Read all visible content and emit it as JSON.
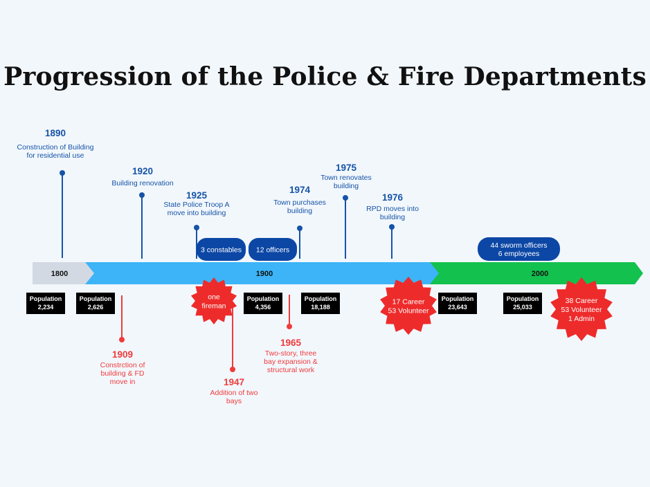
{
  "title": "Progression of the Police & Fire Departments",
  "colors": {
    "background": "#f2f7fc",
    "blue_text": "#1553a6",
    "red_text": "#ef3b3b",
    "era_1800": "#d3d9e3",
    "era_1900": "#3cb4f7",
    "era_2000": "#12c14e",
    "pill": "#0c47a5",
    "burst": "#ee2b2b",
    "population_box": "#000000"
  },
  "eras": [
    {
      "label": "1800"
    },
    {
      "label": "1900"
    },
    {
      "label": "2000"
    }
  ],
  "events_above": [
    {
      "year": "1890",
      "lines": [
        "Construction of Building",
        "for residential use"
      ]
    },
    {
      "year": "1920",
      "lines": [
        "Building renovation"
      ]
    },
    {
      "year": "1925",
      "lines": [
        "State Police Troop A",
        "move into building"
      ]
    },
    {
      "year": "1974",
      "lines": [
        "Town purchases",
        "building"
      ]
    },
    {
      "year": "1975",
      "lines": [
        "Town renovates",
        "building"
      ]
    },
    {
      "year": "1976",
      "lines": [
        "RPD moves into",
        "building"
      ]
    }
  ],
  "events_below": [
    {
      "year": "1909",
      "lines": [
        "Constrction of",
        "building & FD",
        "move in"
      ]
    },
    {
      "year": "1947",
      "lines": [
        "Addition of two",
        "bays"
      ]
    },
    {
      "year": "1965",
      "lines": [
        "Two-story, three",
        "bay expansion &",
        "structural work"
      ]
    }
  ],
  "staff_pills": [
    {
      "lines": [
        "3 constables"
      ]
    },
    {
      "lines": [
        "12 officers"
      ]
    },
    {
      "lines": [
        "44 sworm officers",
        "6 employees"
      ]
    }
  ],
  "fire_bursts": [
    {
      "lines": [
        "one",
        "fireman"
      ]
    },
    {
      "lines": [
        "17 Career",
        "53 Volunteer"
      ]
    },
    {
      "lines": [
        "38 Career",
        "53 Volunteer",
        "1 Admin"
      ]
    }
  ],
  "population": [
    {
      "label": "Population",
      "value": "2,234"
    },
    {
      "label": "Population",
      "value": "2,626"
    },
    {
      "label": "Population",
      "value": "4,356"
    },
    {
      "label": "Population",
      "value": "18,188"
    },
    {
      "label": "Population",
      "value": "23,643"
    },
    {
      "label": "Population",
      "value": "25,033"
    }
  ]
}
